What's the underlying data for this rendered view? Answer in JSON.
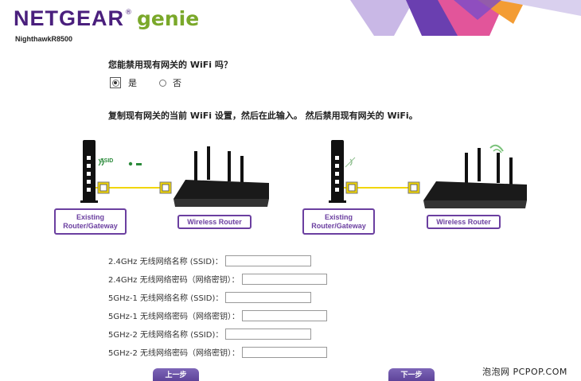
{
  "header": {
    "brand_netgear": "NETGEAR",
    "brand_reg": "®",
    "brand_genie": "genie",
    "model": "NighthawkR8500"
  },
  "question": {
    "text": "您能禁用现有网关的 WiFi 吗？",
    "options": [
      {
        "label": "是",
        "selected": true
      },
      {
        "label": "否",
        "selected": false
      }
    ]
  },
  "instruction": "复制现有网关的当前 WiFi 设置，然后在此输入。 然后禁用现有网关的 WiFi。",
  "diagram": {
    "existing_label_line1": "Existing",
    "existing_label_line2": "Router/Gateway",
    "wireless_label": "Wireless Router",
    "ssid_tag": "SSID"
  },
  "form": {
    "fields": [
      {
        "label": "2.4GHz 无线网络名称 (SSID)：",
        "value": ""
      },
      {
        "label": "2.4GHz 无线网络密码（网络密钥）：",
        "value": ""
      },
      {
        "label": "5GHz-1 无线网络名称 (SSID)：",
        "value": ""
      },
      {
        "label": "5GHz-1 无线网络密码（网络密钥）：",
        "value": ""
      },
      {
        "label": "5GHz-2 无线网络名称 (SSID)：",
        "value": ""
      },
      {
        "label": "5GHz-2 无线网络密码（网络密钥）：",
        "value": ""
      }
    ]
  },
  "buttons": {
    "prev": "上一步",
    "next": "下一步"
  },
  "watermark": "泡泡网 PCPOP.COM",
  "colors": {
    "brand_purple": "#4a1f7d",
    "brand_green": "#7aa82a",
    "label_purple": "#6b3fa0",
    "cable_yellow": "#f2d600"
  }
}
